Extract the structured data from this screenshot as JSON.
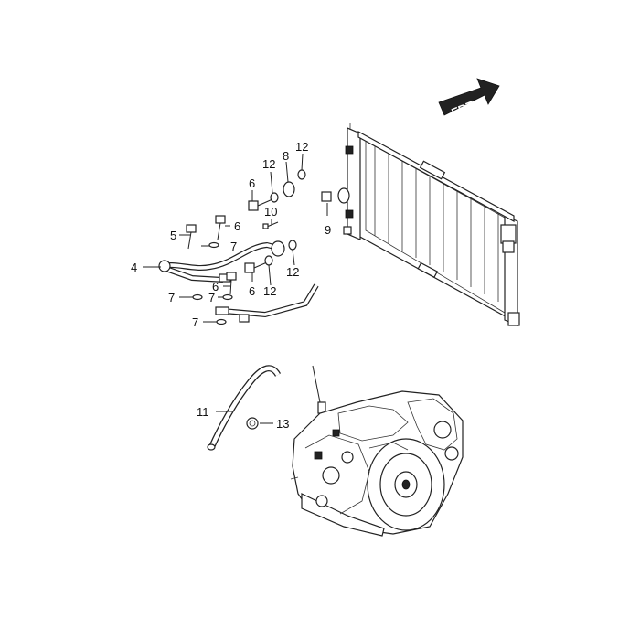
{
  "direction_badge": {
    "label": "FRT"
  },
  "callouts": {
    "c4": "4",
    "c5": "5",
    "c6a": "6",
    "c6b": "6",
    "c6c": "6",
    "c6d": "6",
    "c7a": "7",
    "c7b": "7",
    "c7c": "7",
    "c7d": "7",
    "c8": "8",
    "c9": "9",
    "c10": "10",
    "c11": "11",
    "c12a": "12",
    "c12b": "12",
    "c12c": "12",
    "c12d": "12",
    "c13": "13"
  }
}
